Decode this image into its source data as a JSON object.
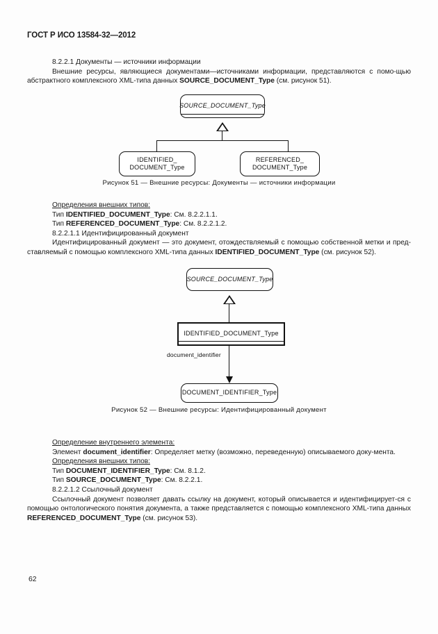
{
  "document": {
    "header": "ГОСТ Р ИСО 13584-32—2012",
    "page_number": "62"
  },
  "sections": {
    "s8221_heading": "8.2.2.1 Документы — источники информации",
    "s8221_para1_a": "Внешние ресурсы, являющиеся документами—источниками информации, представляются с помо-щью абстрактного комплексного XML-типа данных ",
    "s8221_para1_bold": "SOURCE_DOCUMENT_Type",
    "s8221_para1_b": " (см. рисунок 51).",
    "ext_defs_heading_1": "Определения внешних типов:",
    "ext_def_1_prefix": "Тип ",
    "ext_def_1_name": "IDENTIFIED_DOCUMENT_Type",
    "ext_def_1_suffix": ": См. 8.2.2.1.1.",
    "ext_def_2_prefix": "Тип ",
    "ext_def_2_name": "REFERENCED_DOCUMENT_Type",
    "ext_def_2_suffix": ": См. 8.2.2.1.2.",
    "s82211_heading": "8.2.2.1.1 Идентифицированный документ",
    "s82211_para_a": "Идентифицированный документ — это документ, отождествляемый с помощью собственной метки и пред-ставляемый с помощью комплексного XML-типа данных ",
    "s82211_para_bold": "IDENTIFIED_DOCUMENT_Type",
    "s82211_para_b": " (см. рисунок 52).",
    "int_def_heading": "Определение внутреннего элемента:",
    "int_def_prefix": "Элемент ",
    "int_def_name": "document_identifier",
    "int_def_suffix": ": Определяет метку (возможно,  переведенную) описываемого доку-мента.",
    "ext_defs_heading_2": "Определения внешних типов:",
    "ext_def_3_prefix": "Тип ",
    "ext_def_3_name": "DOCUMENT_IDENTIFIER_Type",
    "ext_def_3_suffix": ": См. 8.1.2.",
    "ext_def_4_prefix": "Тип ",
    "ext_def_4_name": "SOURCE_DOCUMENT_Type",
    "ext_def_4_suffix": ": См. 8.2.2.1.",
    "s82212_heading": "8.2.2.1.2 Ссылочный документ",
    "s82212_para_a": "Ссылочный документ позволяет давать ссылку на документ, который описывается и идентифицирует-ся с помощью онтологического понятия документа,  а также представляется  с помощью комплексного XML-типа данных ",
    "s82212_para_bold": "REFERENCED_DOCUMENT_Type",
    "s82212_para_b": " (см. рисунок 53)."
  },
  "figure51": {
    "caption": "Рисунок 51 — Внешние ресурсы: Документы — источники информации",
    "supertype": "SOURCE_DOCUMENT_Type",
    "subtype_left_line1": "IDENTIFIED_",
    "subtype_left_line2": "DOCUMENT_Type",
    "subtype_right_line1": "REFERENCED_",
    "subtype_right_line2": "DOCUMENT_Type"
  },
  "figure52": {
    "caption": "Рисунок 52 — Внешние ресурсы: Идентифицированный документ",
    "supertype": "SOURCE_DOCUMENT_Type",
    "maintype": "IDENTIFIED_DOCUMENT_Type",
    "association_label": "document_identifier",
    "target_type": "DOCUMENT_IDENTIFIER_Type"
  }
}
